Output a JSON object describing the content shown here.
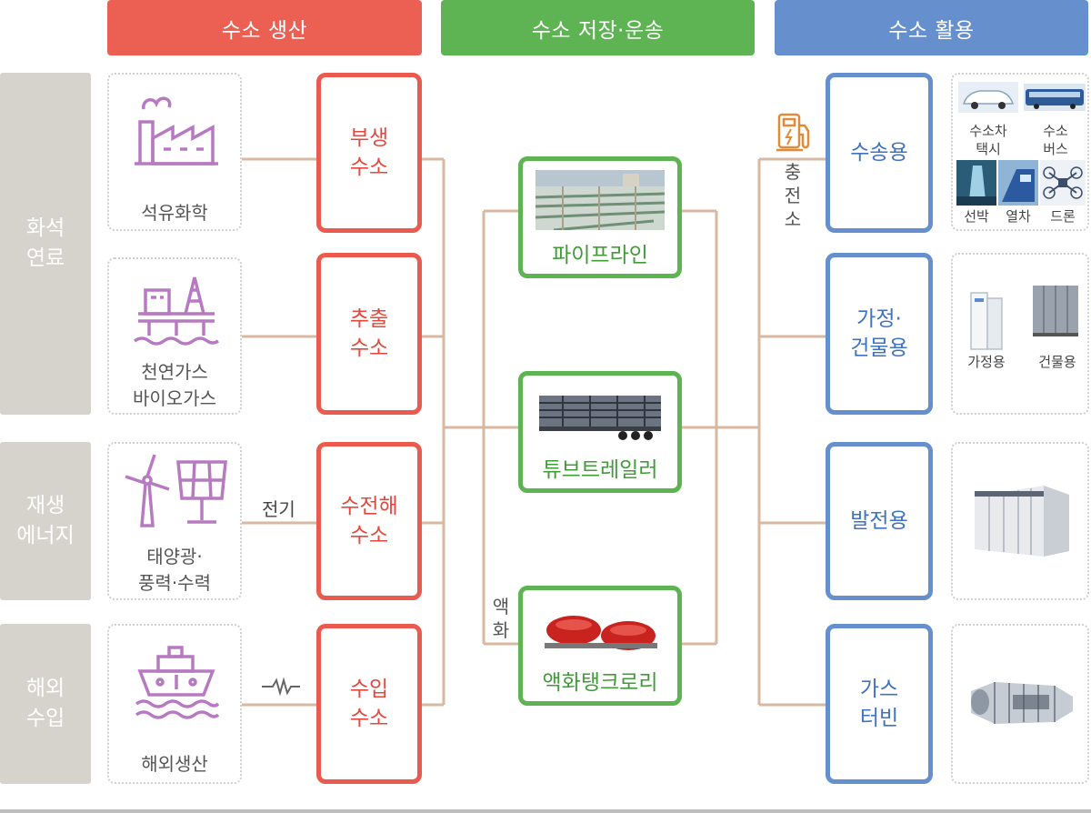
{
  "headers": {
    "production": "수소 생산",
    "storage": "수소 저장·운송",
    "utilization": "수소 활용"
  },
  "categories": [
    {
      "label": "화석\n연료"
    },
    {
      "label": "재생\n에너지"
    },
    {
      "label": "해외\n수입"
    }
  ],
  "sources": [
    {
      "label": "석유화학",
      "icon": "factory-icon"
    },
    {
      "label": "천연가스\n바이오가스",
      "icon": "offshore-platform-icon"
    },
    {
      "label": "태양광·\n풍력·수력",
      "icon": "wind-solar-icon"
    },
    {
      "label": "해외생산",
      "icon": "ship-icon"
    }
  ],
  "production_types": [
    {
      "label": "부생\n수소"
    },
    {
      "label": "추출\n수소"
    },
    {
      "label": "수전해\n수소"
    },
    {
      "label": "수입\n수소"
    }
  ],
  "connector_labels": {
    "electricity": "전기",
    "liquefaction": "액\n화",
    "charging_station": "충\n전\n소"
  },
  "transport": [
    {
      "label": "파이프라인"
    },
    {
      "label": "튜브트레일러"
    },
    {
      "label": "액화탱크로리"
    }
  ],
  "uses": [
    {
      "label": "수송용"
    },
    {
      "label": "가정·\n건물용"
    },
    {
      "label": "발전용"
    },
    {
      "label": "가스\n터빈"
    }
  ],
  "use_examples": {
    "transport": [
      "수소차\n택시",
      "수소\n버스",
      "선박",
      "열차",
      "드론"
    ],
    "building": [
      "가정용",
      "건물용"
    ]
  },
  "colors": {
    "production": "#ec5f53",
    "storage": "#5eb352",
    "utilization": "#6590cd",
    "category": "#d6d3cd",
    "connector": "#d9b8a2",
    "icon": "#b77ac2"
  }
}
